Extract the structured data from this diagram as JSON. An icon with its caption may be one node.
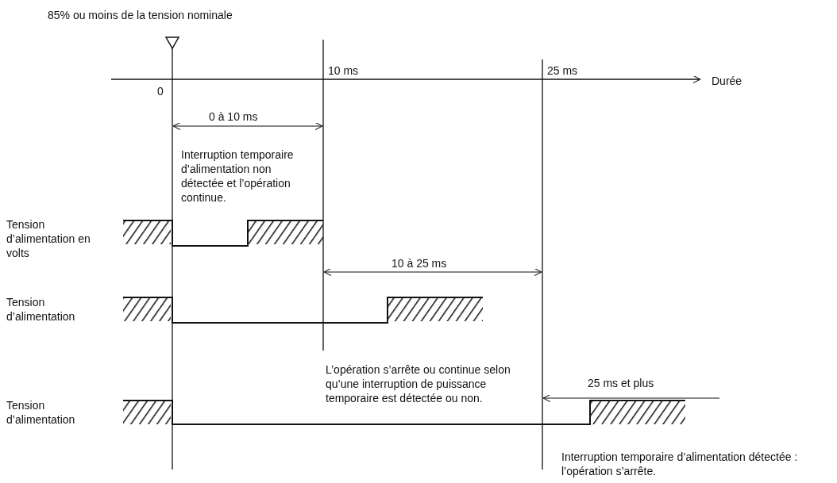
{
  "diagram": {
    "labels": [
      "85% ou moins de la tension nominale",
      "10 ms",
      "25 ms",
      "Durée",
      "0",
      "0 à 10 ms",
      "Interruption temporaire d’alimentation non détectée et l’opération continue.",
      "Tension d’alimentation en volts",
      "10 à 25 ms",
      "Tension d’alimentation",
      "L’opération s’arrête ou continue selon qu’une interruption de puissance temporaire est détectée ou non.",
      "25 ms et plus",
      "Tension d’alimentation",
      "Interruption temporaire d’alimentation détectée : l’opération s’arrête."
    ]
  }
}
